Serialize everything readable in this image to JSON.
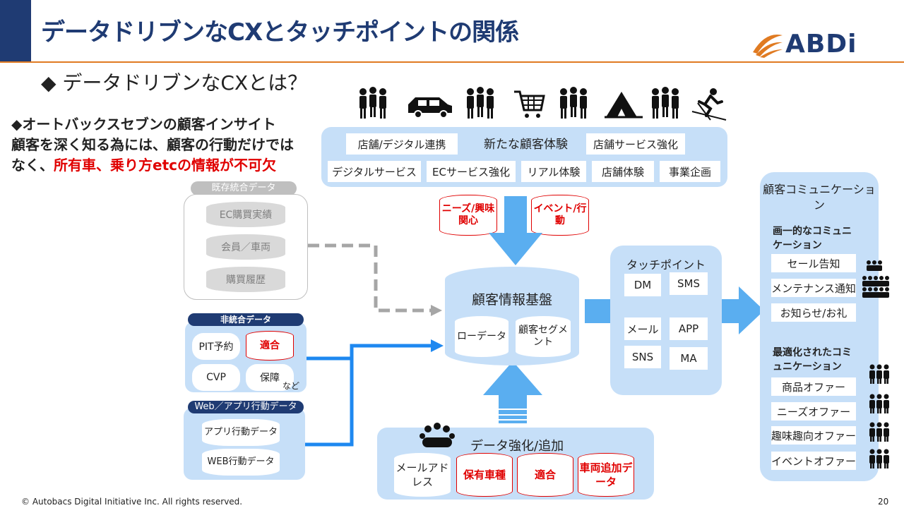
{
  "header": {
    "title": "データドリブンなCXとタッチポイントの関係",
    "logo_text": "ABDi"
  },
  "subtitle": "◆ データドリブンなCXとは？",
  "insight": {
    "line1": "◆オートバックスセブンの顧客インサイト",
    "line2": "顧客を深く知る為には、顧客の行動だけでは",
    "line3_prefix": "なく、",
    "line3_highlight": "所有車、乗り方etcの情報が不可欠"
  },
  "icons_row": [
    "people-icon",
    "car-icon",
    "people-icon",
    "shopping-cart-icon",
    "people-icon",
    "tent-icon",
    "people-icon",
    "skier-icon"
  ],
  "experience": {
    "center_label": "新たな顧客体験",
    "row1": [
      "店舗/デジタル連携",
      "店舗サービス強化"
    ],
    "row2": [
      "デジタルサービス",
      "ECサービス強化",
      "リアル体験",
      "店舗体験",
      "事業企画"
    ]
  },
  "needs_cylinders": [
    "ニーズ/興味関心",
    "イベント/行動"
  ],
  "existing_data": {
    "label": "既存統合データ",
    "items": [
      "EC購買実績",
      "会員／車両",
      "購買履歴"
    ]
  },
  "non_integrated": {
    "label": "非統合データ",
    "items": [
      "PIT予約",
      "適合",
      "CVP",
      "保障"
    ],
    "note": "など"
  },
  "web_data": {
    "label": "Web／アプリ行動データ",
    "items": [
      "アプリ行動データ",
      "WEB行動データ"
    ]
  },
  "platform": {
    "title": "顧客情報基盤",
    "items": [
      "ローデータ",
      "顧客セグメント"
    ]
  },
  "enhancement": {
    "title": "データ強化/追加",
    "items": [
      "メールアドレス",
      "保有車種",
      "適合",
      "車両追加データ"
    ]
  },
  "touchpoints": {
    "title": "タッチポイント",
    "items": [
      "DM",
      "SMS",
      "メール",
      "APP",
      "SNS",
      "MA"
    ]
  },
  "communication": {
    "title": "顧客コミュニケーション",
    "uniform_heading": "画一的なコミュニケーション",
    "uniform_items": [
      "セール告知",
      "メンテナンス通知",
      "お知らせ/お礼"
    ],
    "optimized_heading": "最適化されたコミュニケーション",
    "optimized_items": [
      "商品オファー",
      "ニーズオファー",
      "趣味趣向オファー",
      "イベントオファー"
    ]
  },
  "footer": {
    "copyright": "© Autobacs Digital  Initiative Inc. All rights reserved.",
    "page": "20"
  },
  "colors": {
    "navy": "#1f3b73",
    "orange": "#e07b22",
    "light_blue": "#c6dff8",
    "arrow_blue": "#5aaef0",
    "line_blue": "#1e88f0",
    "red": "#e00000",
    "grey": "#bfbfbf"
  }
}
